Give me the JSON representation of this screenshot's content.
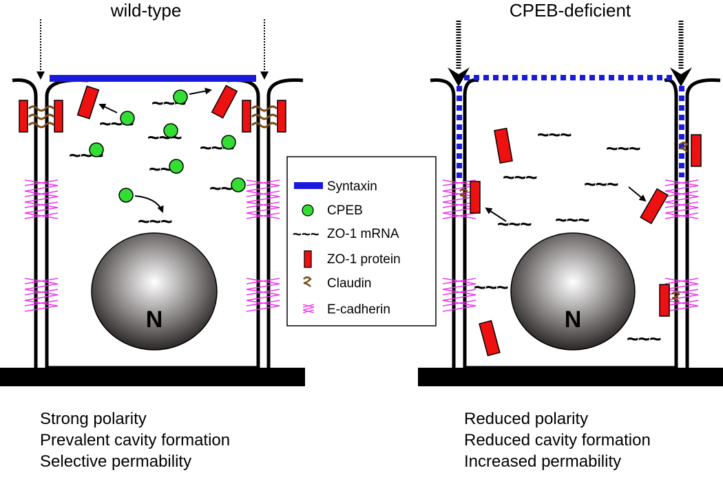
{
  "panels": {
    "left": {
      "title": "wild-type",
      "nucleus_label": "N",
      "captions": [
        "Strong polarity",
        "Prevalent cavity formation",
        "Selective permability"
      ]
    },
    "right": {
      "title": "CPEB-deficient",
      "nucleus_label": "N",
      "captions": [
        "Reduced polarity",
        "Reduced cavity formation",
        "Increased permability"
      ]
    }
  },
  "legend": [
    {
      "icon": "syntaxin-bar-icon",
      "label": "Syntaxin",
      "color": "#1a1adc"
    },
    {
      "icon": "cpeb-circle-icon",
      "label": "CPEB",
      "color": "#33dd33"
    },
    {
      "icon": "mrna-wave-icon",
      "label": "ZO-1 mRNA",
      "color": "#000000"
    },
    {
      "icon": "zo1-protein-icon",
      "label": "ZO-1 protein",
      "color": "#ee1111"
    },
    {
      "icon": "claudin-coil-icon",
      "label": "Claudin",
      "color": "#7a4a1a"
    },
    {
      "icon": "ecadherin-zigzag-icon",
      "label": "E-cadherin",
      "color": "#ee33ee"
    }
  ],
  "mrna_symbol": "~~~"
}
